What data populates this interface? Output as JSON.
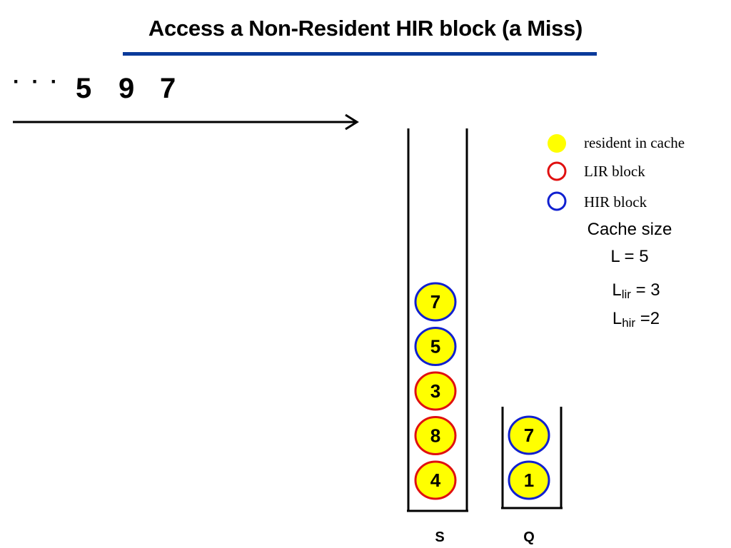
{
  "title": "Access a Non-Resident HIR block (a Miss)",
  "access_sequence": {
    "ellipsis": "· · ·",
    "items": [
      "5",
      "9",
      "7"
    ]
  },
  "stack_s": {
    "label": "S",
    "blocks": [
      {
        "id": "7",
        "type": "HIR",
        "resident": true
      },
      {
        "id": "5",
        "type": "HIR",
        "resident": true
      },
      {
        "id": "3",
        "type": "LIR",
        "resident": true
      },
      {
        "id": "8",
        "type": "LIR",
        "resident": true
      },
      {
        "id": "4",
        "type": "LIR",
        "resident": true
      }
    ]
  },
  "stack_q": {
    "label": "Q",
    "blocks": [
      {
        "id": "7",
        "type": "HIR",
        "resident": true
      },
      {
        "id": "1",
        "type": "HIR",
        "resident": true
      }
    ]
  },
  "legend": {
    "resident": "resident in cache",
    "lir": "LIR block",
    "hir": "HIR block"
  },
  "params": {
    "cache_size": "Cache size",
    "l": "L = 5",
    "l_lir_base": "L",
    "l_lir_sub": "lir",
    "l_lir_value": " = 3",
    "l_hir_base": "L",
    "l_hir_sub": "hir",
    "l_hir_value": " =2"
  },
  "colors": {
    "resident_fill": "#ffff00",
    "lir_stroke": "#e01010",
    "hir_stroke": "#1020d0",
    "title_rule": "#0a3a9a"
  }
}
